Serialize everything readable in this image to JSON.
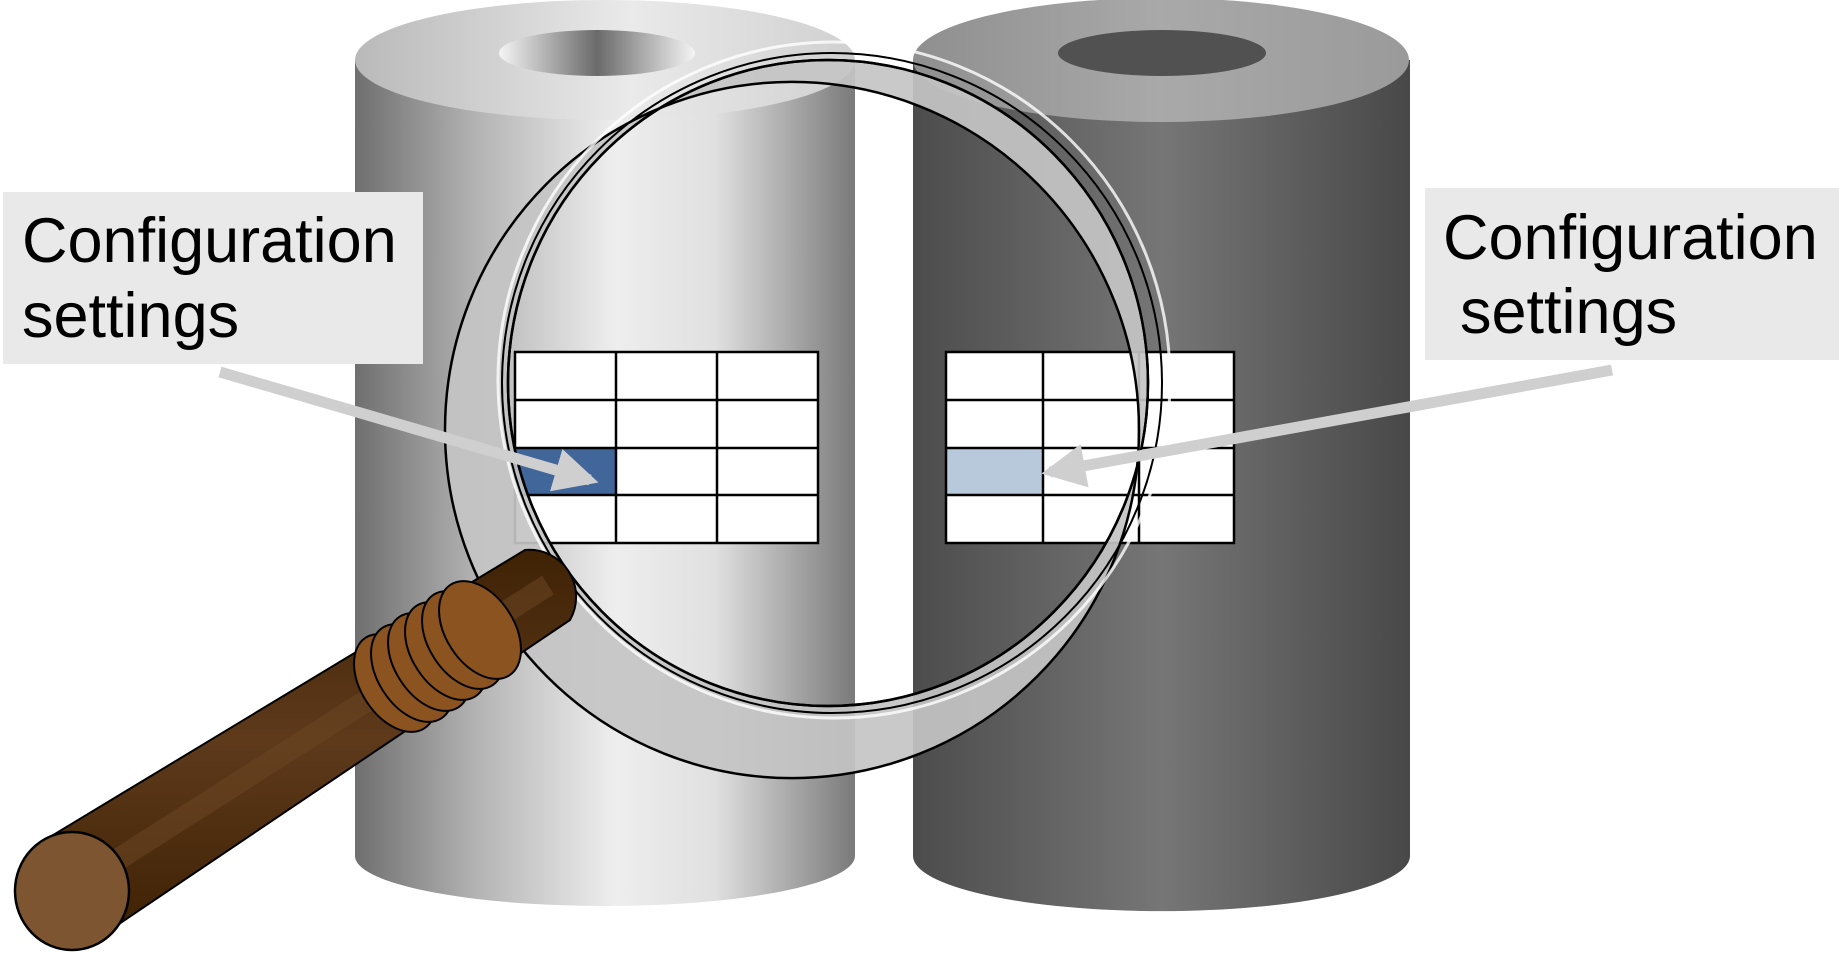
{
  "labels": {
    "left_line1": "Configuration",
    "left_line2": "settings",
    "right_line1": "Configuration",
    "right_line2": "settings"
  },
  "colors": {
    "left_cylinder_light": "#ececec",
    "left_cylinder_dark": "#7d7d7d",
    "right_cylinder_light": "#767676",
    "right_cylinder_dark": "#4a4a4a",
    "left_highlight_cell": "#41669a",
    "right_highlight_cell": "#b8c9dc",
    "callout_box": "#e9e9e9",
    "callout_arrow": "#cfcfcf",
    "handle_dark": "#3f2204",
    "handle_mid": "#603c1e",
    "handle_end": "#7d5530",
    "ring_rim": "#c4c4c4"
  },
  "tables": {
    "left": {
      "rows": 4,
      "cols": 3,
      "highlight": "row 3, column 1"
    },
    "right": {
      "rows": 4,
      "cols": 3,
      "highlight": "row 3, column 1"
    }
  },
  "icons": [
    "cylinder-icon",
    "magnifying-glass-icon",
    "arrow-icon"
  ]
}
